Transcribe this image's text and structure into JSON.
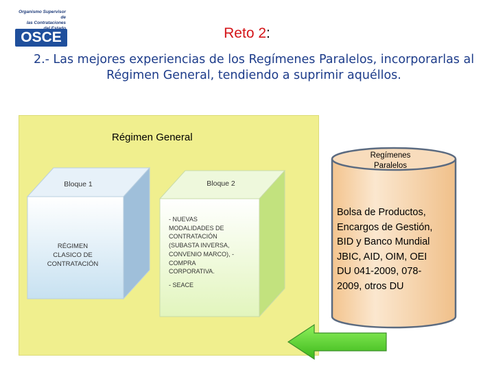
{
  "logo": {
    "tagline_lines": [
      "Organismo Supervisor de",
      "las Contrataciones",
      "del Estado"
    ],
    "wordmark": "OSCE",
    "brand_color": "#1f4f9c"
  },
  "header": {
    "title": "Reto 2",
    "title_colon": ":",
    "subtitle_line1": "2.- Las mejores experiencias de los Regímenes Paralelos, incorporarlas al",
    "subtitle_line2": "Régimen General, tendiendo a suprimir aquéllos."
  },
  "diagram": {
    "general_label": "Régimen General",
    "panel_color": "#f0ef8e",
    "block1": {
      "label": "Bloque 1",
      "lines": [
        "RÉGIMEN",
        "CLASICO DE",
        "CONTRATACIÓN"
      ],
      "color": "#cfe4f2"
    },
    "block2": {
      "label": "Bloque 2",
      "lines": [
        "- NUEVAS",
        "MODALIDADES DE",
        "CONTRATACIÓN",
        "(SUBASTA INVERSA,",
        "CONVENIO MARCO), -",
        "COMPRA",
        "CORPORATIVA."
      ],
      "extra": "- SEACE",
      "color": "#e6f5c4"
    },
    "parallel": {
      "label_lines": [
        "Regímenes",
        "Paralelos"
      ],
      "lines": [
        "Bolsa de Productos,",
        "Encargos de Gestión,",
        "BID y Banco Mundial",
        "JBIC, AID, OIM, OEI",
        "DU 041-2009, 078-",
        "2009, otros DU"
      ],
      "color": "#f5d5b0",
      "border_color": "#5a6a80"
    },
    "arrow_color": "#55d02a"
  }
}
